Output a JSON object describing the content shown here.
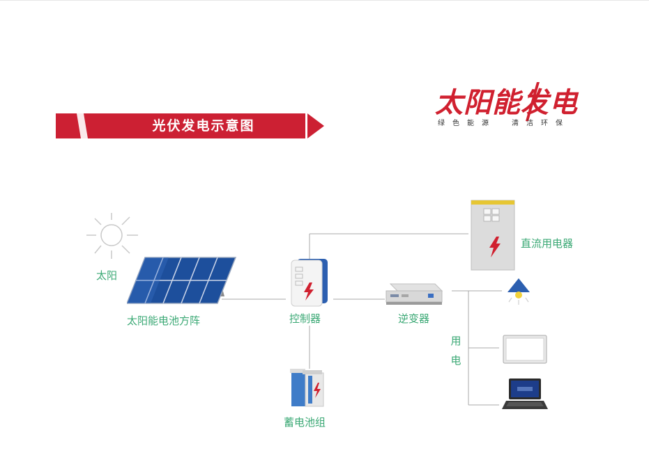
{
  "banner": {
    "title": "光伏发电示意图",
    "color": "#cc2033"
  },
  "logo": {
    "main": "太阳能发电",
    "sub_left": "绿色能源",
    "sub_right": "清洁环保",
    "color": "#d0202f"
  },
  "diagram": {
    "label_color": "#3aa874",
    "sun": "太阳",
    "solar_array": "太阳能电池方阵",
    "controller": "控制器",
    "battery": "蓄电池组",
    "inverter": "逆变器",
    "dc_appliance": "直流用电器",
    "ac_load_chars": [
      "用",
      "电"
    ],
    "icons": [
      "sun-icon",
      "solar-panel-icon",
      "controller-icon",
      "battery-icon",
      "inverter-icon",
      "dc-cabinet-icon",
      "lamp-icon",
      "monitor-icon",
      "laptop-icon"
    ]
  }
}
